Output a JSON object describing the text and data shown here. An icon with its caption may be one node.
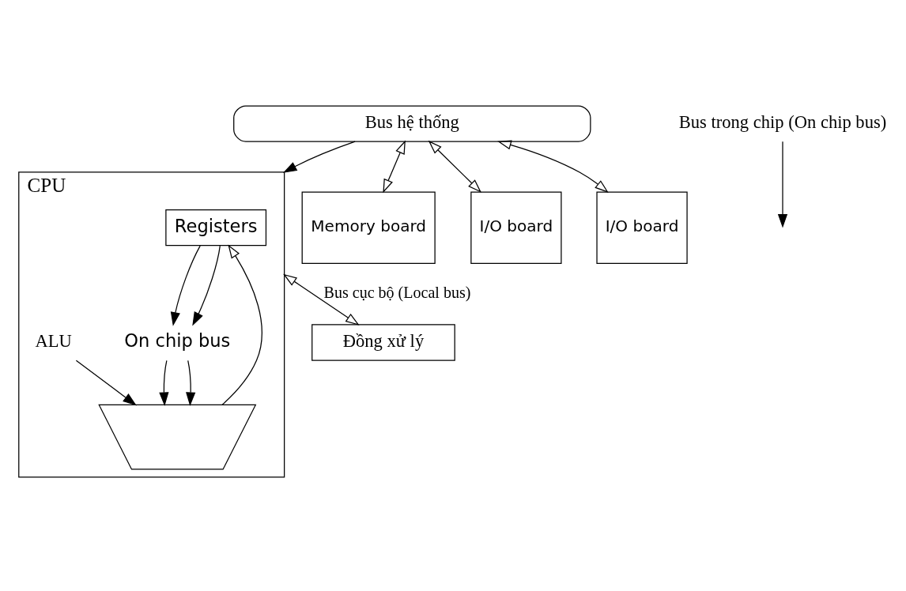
{
  "diagram": {
    "nodes": [
      {
        "text": [
          "CPU"
        ]
      },
      {
        "text": [
          "Registers"
        ],
        "in": 0
      },
      {
        "text": [
          "On chip bus"
        ],
        "in": 0
      },
      {
        "text": [],
        "shape": "trapezium",
        "in": 0
      },
      {
        "text": [
          "ALU"
        ],
        "in": 0
      },
      {
        "text": [
          "Bus hệ thống"
        ]
      },
      {
        "text": [
          "Memory board"
        ]
      },
      {
        "text": [
          "I/O board"
        ]
      },
      {
        "text": [
          "I/O board"
        ]
      },
      {
        "text": [
          "Đồng xử lý"
        ]
      },
      {
        "text": [
          "Bus trong chip (On chip bus)"
        ]
      }
    ],
    "edges": [
      {
        "from": 1,
        "to": 2,
        "arrow": "to"
      },
      {
        "from": 1,
        "to": 2,
        "arrow": "to"
      },
      {
        "from": 2,
        "to": 3,
        "arrow": "to"
      },
      {
        "from": 2,
        "to": 3,
        "arrow": "to"
      },
      {
        "from": 3,
        "to": 1,
        "arrow": "to"
      },
      {
        "from": 4,
        "to": 3,
        "arrow": "to"
      },
      {
        "from": 10,
        "to": null,
        "arrow": "to"
      },
      {
        "from": 5,
        "to": 0,
        "arrow": "to"
      },
      {
        "from": 5,
        "to": 6,
        "arrow": "both"
      },
      {
        "from": 5,
        "to": 7,
        "arrow": "both"
      },
      {
        "from": 5,
        "to": 8,
        "arrow": "both"
      },
      {
        "from": 0,
        "to": 9,
        "arrow": "both",
        "label": "Bus cục bộ (Local bus)"
      }
    ]
  }
}
